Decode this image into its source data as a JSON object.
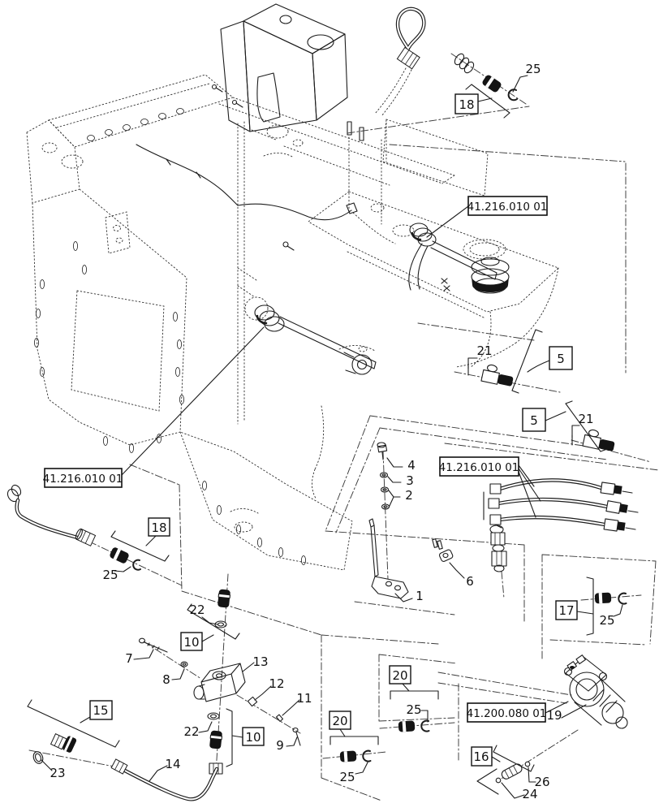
{
  "diagram": {
    "title": "hydraulic-steering-parts-exploded-diagram",
    "colors": {
      "line": "#1c1c1c",
      "background": "#ffffff"
    },
    "ref_boxes": [
      {
        "label": "41.216.010 01"
      },
      {
        "label": "41.216.010 01"
      },
      {
        "label": "41.216.010 01"
      },
      {
        "label": "41.200.080 01"
      }
    ],
    "group_boxes": [
      {
        "label": "18"
      },
      {
        "label": "5"
      },
      {
        "label": "5"
      },
      {
        "label": "18"
      },
      {
        "label": "10"
      },
      {
        "label": "10"
      },
      {
        "label": "15"
      },
      {
        "label": "20"
      },
      {
        "label": "20"
      },
      {
        "label": "17"
      },
      {
        "label": "16"
      }
    ],
    "part_numbers": [
      {
        "label": "25"
      },
      {
        "label": "21"
      },
      {
        "label": "21"
      },
      {
        "label": "4"
      },
      {
        "label": "3"
      },
      {
        "label": "2"
      },
      {
        "label": "1"
      },
      {
        "label": "6"
      },
      {
        "label": "25"
      },
      {
        "label": "22"
      },
      {
        "label": "13"
      },
      {
        "label": "7"
      },
      {
        "label": "8"
      },
      {
        "label": "12"
      },
      {
        "label": "11"
      },
      {
        "label": "9"
      },
      {
        "label": "22"
      },
      {
        "label": "14"
      },
      {
        "label": "23"
      },
      {
        "label": "25"
      },
      {
        "label": "25"
      },
      {
        "label": "25"
      },
      {
        "label": "19"
      },
      {
        "label": "26"
      },
      {
        "label": "24"
      }
    ]
  }
}
